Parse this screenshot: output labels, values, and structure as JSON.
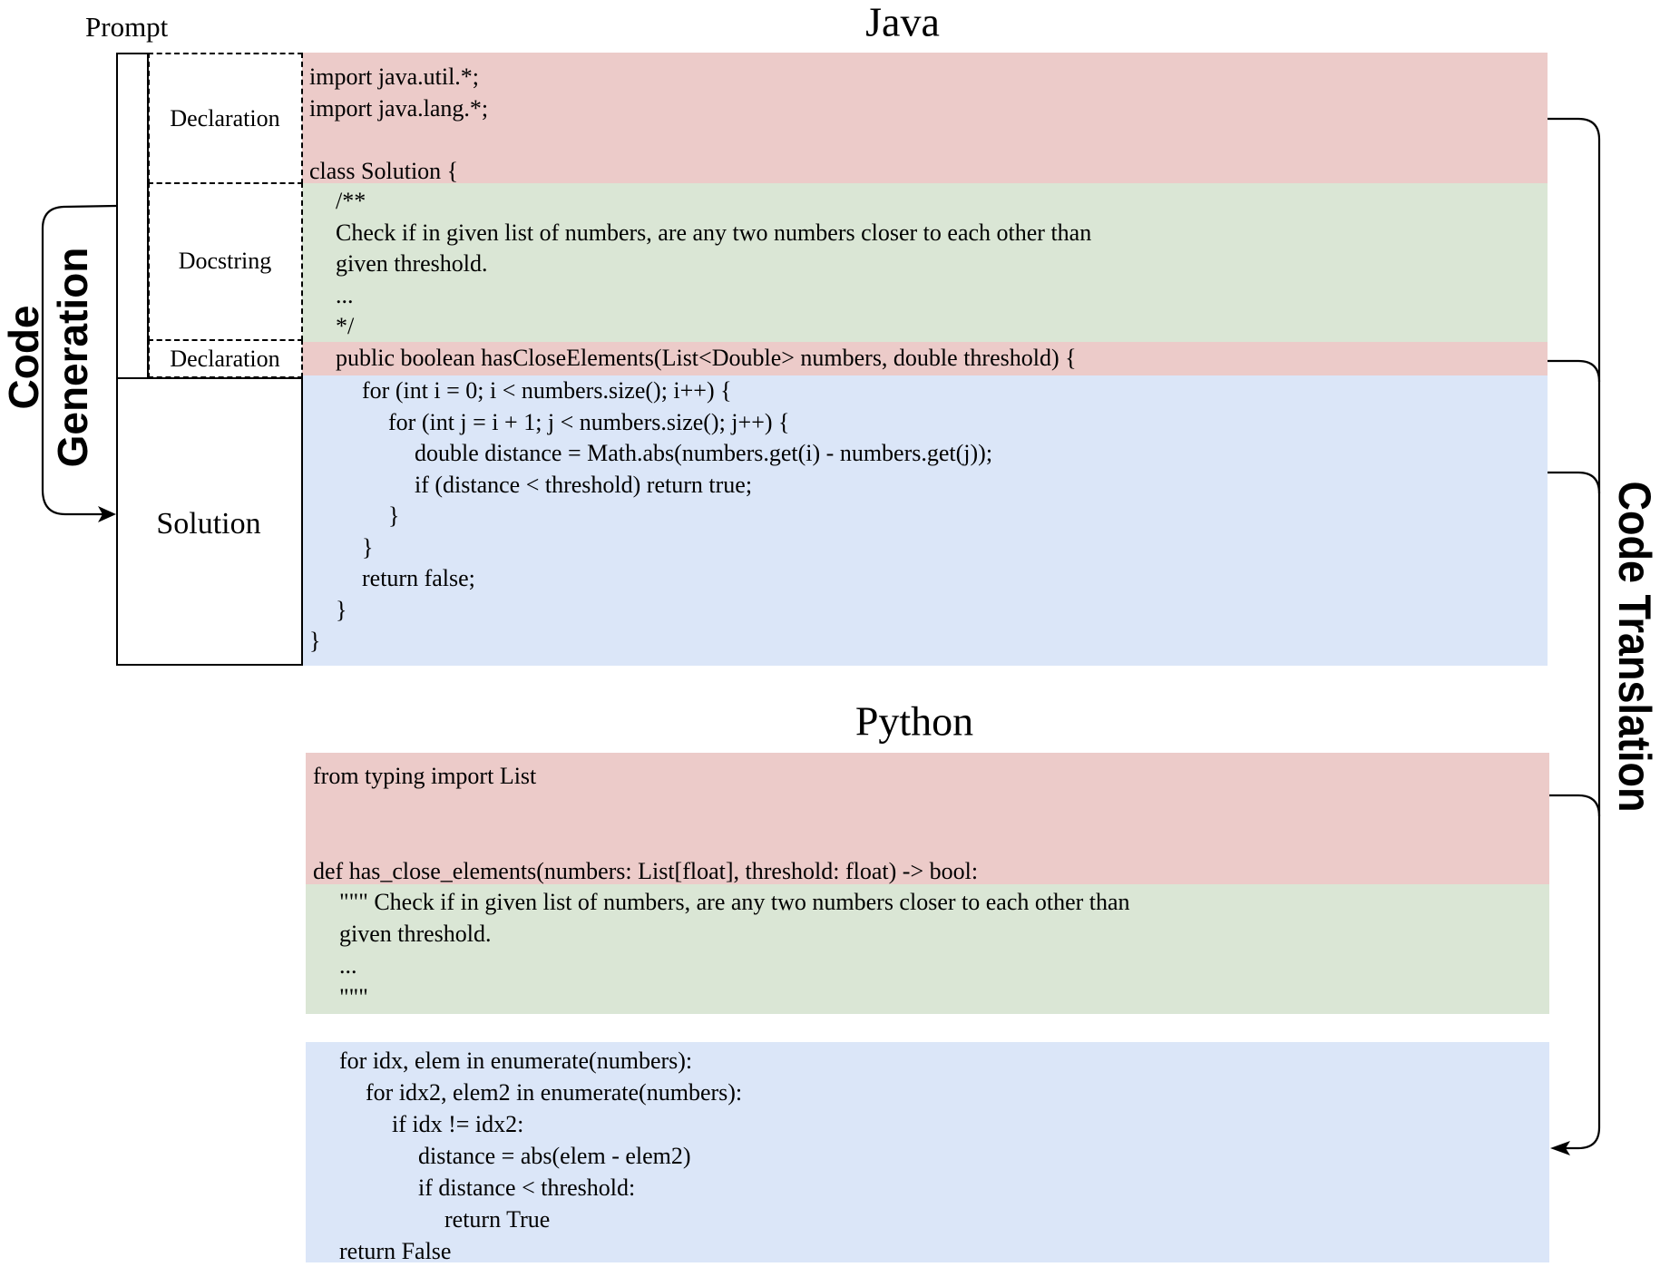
{
  "java": {
    "title": "Java",
    "sections": [
      {
        "kind": "declaration",
        "color": "#eccbc9",
        "lines": [
          {
            "indent": 0,
            "text": "import java.util.*;"
          },
          {
            "indent": 0,
            "text": "import java.lang.*;"
          },
          {
            "indent": 0,
            "text": ""
          },
          {
            "indent": 0,
            "text": "class Solution {"
          }
        ]
      },
      {
        "kind": "docstring",
        "color": "#dae6d5",
        "lines": [
          {
            "indent": 1,
            "text": "/**"
          },
          {
            "indent": 1,
            "text": "Check if in given list of numbers, are any two numbers closer to each other than"
          },
          {
            "indent": 1,
            "text": "given threshold."
          },
          {
            "indent": 1,
            "text": "..."
          },
          {
            "indent": 1,
            "text": "*/"
          }
        ]
      },
      {
        "kind": "declaration",
        "color": "#eccbc9",
        "lines": [
          {
            "indent": 1,
            "text": "public boolean hasCloseElements(List<Double> numbers, double threshold) {"
          }
        ]
      },
      {
        "kind": "solution",
        "color": "#dbe6f8",
        "lines": [
          {
            "indent": 2,
            "text": "for (int i = 0; i < numbers.size(); i++) {"
          },
          {
            "indent": 3,
            "text": "for (int j = i + 1; j < numbers.size(); j++) {"
          },
          {
            "indent": 4,
            "text": "double distance = Math.abs(numbers.get(i) - numbers.get(j));"
          },
          {
            "indent": 4,
            "text": "if (distance < threshold) return true;"
          },
          {
            "indent": 3,
            "text": "}"
          },
          {
            "indent": 2,
            "text": "}"
          },
          {
            "indent": 2,
            "text": "return false;"
          },
          {
            "indent": 1,
            "text": "}"
          },
          {
            "indent": 0,
            "text": "}"
          }
        ]
      }
    ]
  },
  "python": {
    "title": "Python",
    "sections": [
      {
        "kind": "declaration",
        "color": "#eccbc9",
        "lines": [
          {
            "indent": 0,
            "text": "from typing import List"
          },
          {
            "indent": 0,
            "text": ""
          },
          {
            "indent": 0,
            "text": ""
          },
          {
            "indent": 0,
            "text": "def has_close_elements(numbers: List[float], threshold: float) -> bool:"
          }
        ]
      },
      {
        "kind": "docstring",
        "color": "#dae6d5",
        "lines": [
          {
            "indent": 1,
            "text": "\"\"\" Check if in given list of numbers, are any two numbers closer to each other than"
          },
          {
            "indent": 1,
            "text": "given threshold."
          },
          {
            "indent": 1,
            "text": "..."
          },
          {
            "indent": 1,
            "text": "\"\"\""
          }
        ]
      },
      {
        "kind": "solution",
        "color": "#dbe6f8",
        "lines": [
          {
            "indent": 1,
            "text": "for idx, elem in enumerate(numbers):"
          },
          {
            "indent": 2,
            "text": "for idx2, elem2 in enumerate(numbers):"
          },
          {
            "indent": 3,
            "text": "if idx != idx2:"
          },
          {
            "indent": 4,
            "text": "distance = abs(elem - elem2)"
          },
          {
            "indent": 4,
            "text": "if distance < threshold:"
          },
          {
            "indent": 5,
            "text": "return True"
          },
          {
            "indent": 1,
            "text": "return False"
          }
        ]
      }
    ]
  },
  "prompt_diagram": {
    "prompt_label": "Prompt",
    "declaration_label": "Declaration",
    "docstring_label": "Docstring",
    "declaration2_label": "Declaration",
    "solution_label": "Solution"
  },
  "code_generation": {
    "line1": "Code",
    "line2": "Generation"
  },
  "code_translation": {
    "label": "Code Translation"
  }
}
